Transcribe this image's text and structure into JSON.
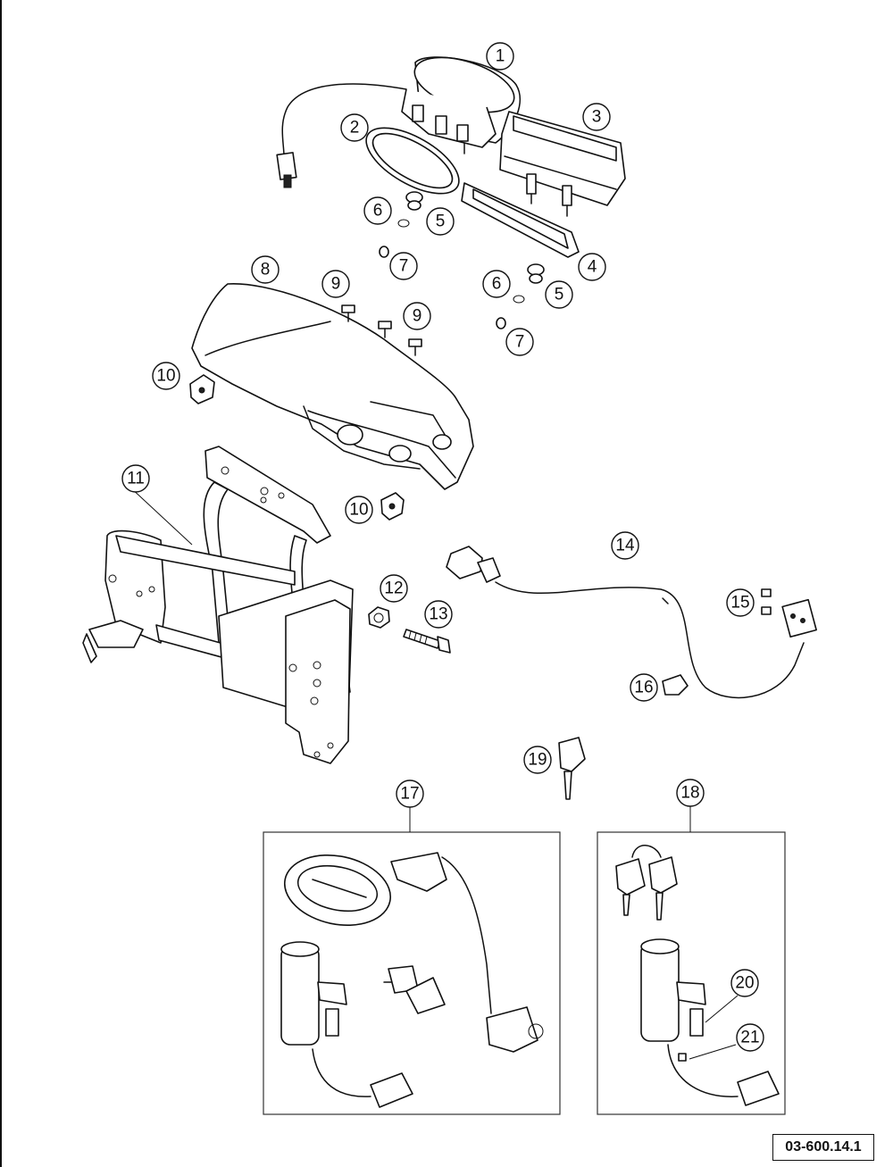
{
  "diagram": {
    "drawing_code": "03-600.14.1",
    "callouts": [
      {
        "id": "c1",
        "text": "1"
      },
      {
        "id": "c2",
        "text": "2"
      },
      {
        "id": "c3",
        "text": "3"
      },
      {
        "id": "c4",
        "text": "4"
      },
      {
        "id": "c5a",
        "text": "5"
      },
      {
        "id": "c5b",
        "text": "5"
      },
      {
        "id": "c6a",
        "text": "6"
      },
      {
        "id": "c6b",
        "text": "6"
      },
      {
        "id": "c7a",
        "text": "7"
      },
      {
        "id": "c7b",
        "text": "7"
      },
      {
        "id": "c8",
        "text": "8"
      },
      {
        "id": "c9a",
        "text": "9"
      },
      {
        "id": "c9b",
        "text": "9"
      },
      {
        "id": "c10a",
        "text": "10"
      },
      {
        "id": "c10b",
        "text": "10"
      },
      {
        "id": "c11",
        "text": "11"
      },
      {
        "id": "c12",
        "text": "12"
      },
      {
        "id": "c13",
        "text": "13"
      },
      {
        "id": "c14",
        "text": "14"
      },
      {
        "id": "c15",
        "text": "15"
      },
      {
        "id": "c16",
        "text": "16"
      },
      {
        "id": "c17",
        "text": "17"
      },
      {
        "id": "c18",
        "text": "18"
      },
      {
        "id": "c19",
        "text": "19"
      },
      {
        "id": "c20",
        "text": "20"
      },
      {
        "id": "c21",
        "text": "21"
      }
    ]
  }
}
